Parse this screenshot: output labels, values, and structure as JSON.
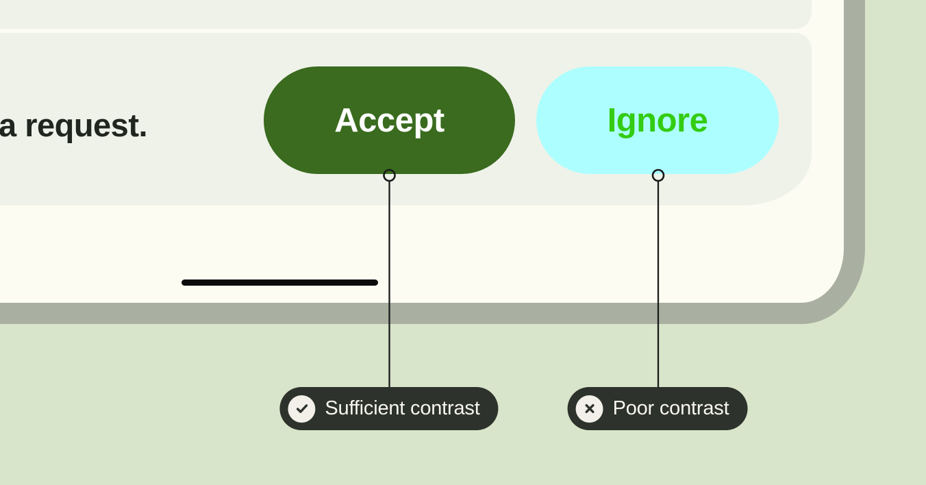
{
  "canvas": {
    "background": "#d9e5ca"
  },
  "phone": {
    "frame_color": "#a9b0a1",
    "screen_color": "#fdfcf2",
    "card_color": "#eff2e9",
    "message_text": "a request.",
    "buttons": [
      {
        "label": "Accept",
        "bg": "#3a6b1e",
        "fg": "#ffffff"
      },
      {
        "label": "Ignore",
        "bg": "#adfeff",
        "fg": "#33cc11"
      }
    ]
  },
  "annotations": {
    "style": {
      "bg": "#2d322c",
      "fg": "#f7f5ee",
      "icon_circle": "#f2f0e8",
      "icon_glyph": "#2d322c"
    },
    "connector_color": "#1a1a1a",
    "items": [
      {
        "icon": "check-icon",
        "label": "Sufficient contrast"
      },
      {
        "icon": "x-icon",
        "label": "Poor contrast"
      }
    ]
  }
}
